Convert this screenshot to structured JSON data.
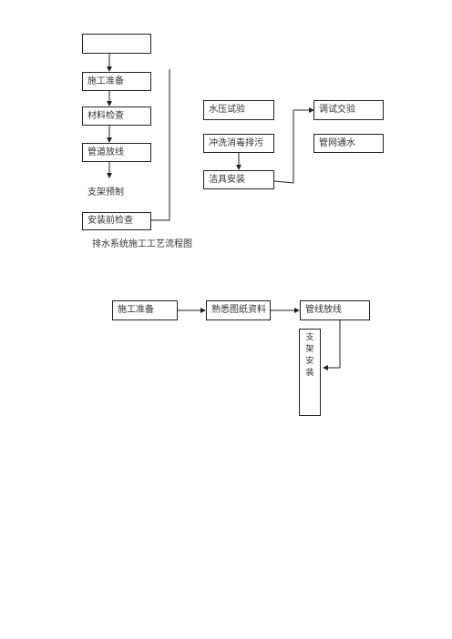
{
  "flow1": {
    "top_box": "",
    "prep": "施工准备",
    "material_check": "材料检查",
    "pipe_layout": "管道放线",
    "bracket_prefab": "支架预制",
    "pre_install_check": "安装前检查",
    "pressure_test": "水压试验",
    "flush": "冲洗消毒排污",
    "fixture_install": "洁具安装",
    "commission": "调试交验",
    "network_flow": "管网通水",
    "caption": "排水系统施工工艺流程图"
  },
  "flow2": {
    "prep": "施工准备",
    "drawings": "熟悉图纸资料",
    "layout": "管线放线",
    "bracket": "支架安装"
  }
}
